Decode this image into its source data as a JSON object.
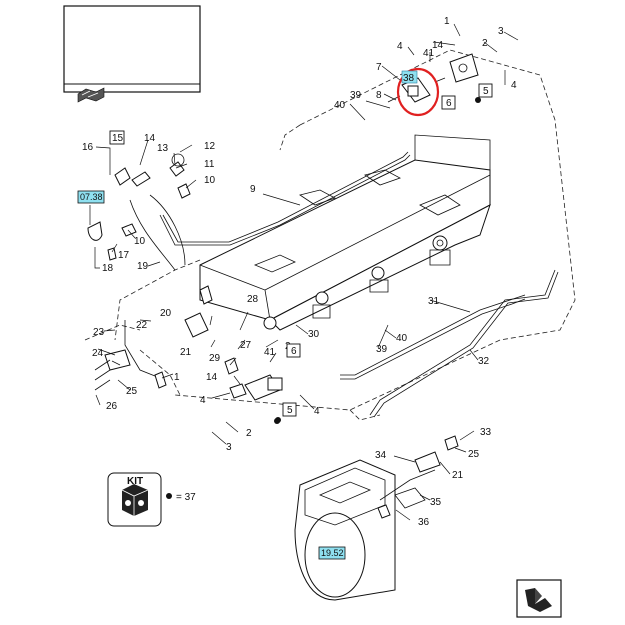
{
  "diagram": {
    "callouts": {
      "c1": "1",
      "c2": "2",
      "c3": "3",
      "c4": "4",
      "c5": "5",
      "c6": "6",
      "c7": "7",
      "c8": "8",
      "c9": "9",
      "c10": "10",
      "c11": "11",
      "c12": "12",
      "c13": "13",
      "c14": "14",
      "c16": "16",
      "c17": "17",
      "c18": "18",
      "c19": "19",
      "c20": "20",
      "c21": "21",
      "c22": "22",
      "c23": "23",
      "c24": "24",
      "c25": "25",
      "c26": "26",
      "c27": "27",
      "c28": "28",
      "c29": "29",
      "c30": "30",
      "c31": "31",
      "c32": "32",
      "c33": "33",
      "c34": "34",
      "c35": "35",
      "c36": "36",
      "c37": "37",
      "c38": "38",
      "c39": "39",
      "c40": "40",
      "c41": "41"
    },
    "boxed": {
      "b15": "15",
      "b5": "5",
      "b6": "6"
    },
    "cross_refs": {
      "ref_top": "07.38",
      "ref_bottom": "19.52"
    },
    "kit": {
      "label": "KIT",
      "equals": "= 37"
    },
    "highlight_color": "#e02020",
    "ref_fill": "#8fe0f0",
    "icons": [
      "nav-arrow-icon",
      "kit-icon"
    ]
  }
}
